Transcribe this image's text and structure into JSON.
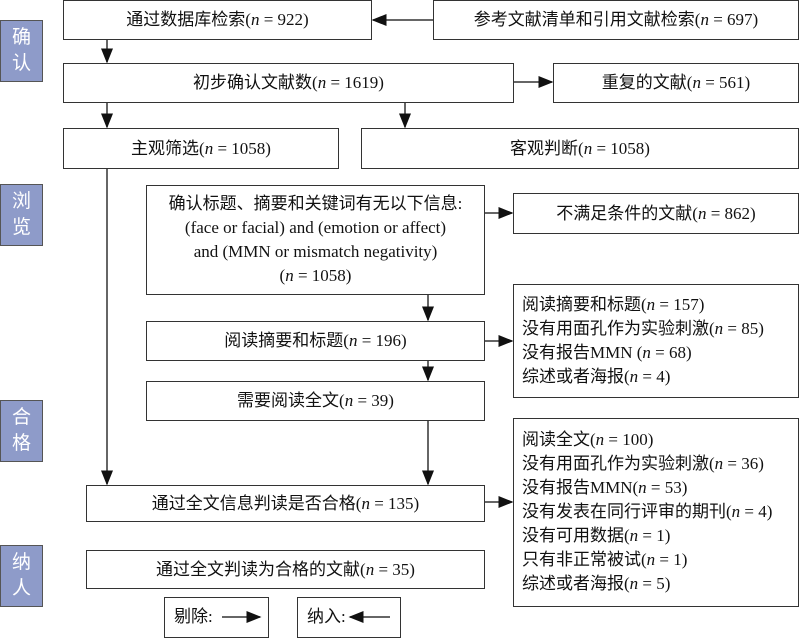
{
  "stages": [
    "确认",
    "浏览",
    "合格",
    "纳人"
  ],
  "boxes": {
    "database_search": "通过数据库检索(n = 922)",
    "reference_search": "参考文献清单和引用文献检索(n = 697)",
    "initial_identified": "初步确认文献数(n = 1619)",
    "duplicates": "重复的文献(n = 561)",
    "subjective_screening": "主观筛选(n = 1058)",
    "objective_judgement": "客观判断(n = 1058)",
    "keyword_check": [
      "确认标题、摘要和关键词有无以下信息:",
      "(face or facial) and (emotion or affect)",
      "and (MMN or mismatch negativity)",
      "(n = 1058)"
    ],
    "not_meeting_criteria": "不满足条件的文献(n = 862)",
    "read_abstract": "阅读摘要和标题(n = 196)",
    "abstract_exclusions": [
      "阅读摘要和标题(n = 157)",
      "没有用面孔作为实验刺激(n = 85)",
      "没有报告MMN (n = 68)",
      "综述或者海报(n = 4)"
    ],
    "full_text_needed": "需要阅读全文(n = 39)",
    "full_text_assessment": "通过全文信息判读是否合格(n = 135)",
    "full_text_exclusions": [
      "阅读全文(n = 100)",
      "没有用面孔作为实验刺激(n = 36)",
      "没有报告MMN(n = 53)",
      "没有发表在同行评审的期刊(n = 4)",
      "没有可用数据(n = 1)",
      "只有非正常被试(n = 1)",
      "综述或者海报(n = 5)"
    ],
    "included": "通过全文判读为合格的文献(n = 35)"
  },
  "legend": {
    "exclude": "剔除:",
    "include": "纳入:"
  },
  "colors": {
    "stage_fill": "#8e9bc9",
    "border": "#333333"
  }
}
